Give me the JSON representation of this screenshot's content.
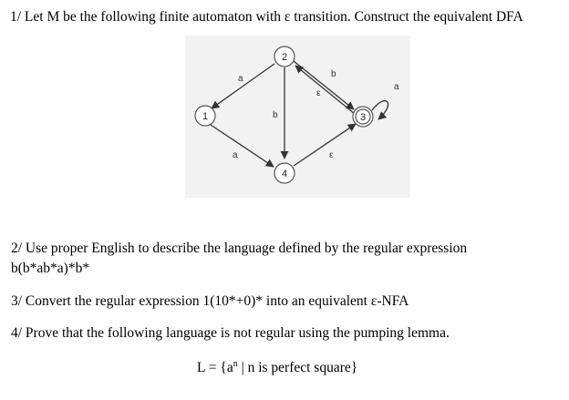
{
  "q1": {
    "text": "1/ Let M be the following finite automaton with ε transition. Construct the equivalent DFA"
  },
  "diagram": {
    "states": [
      {
        "id": "1",
        "label": "1",
        "accepting": false
      },
      {
        "id": "2",
        "label": "2",
        "accepting": false
      },
      {
        "id": "3",
        "label": "3",
        "accepting": true
      },
      {
        "id": "4",
        "label": "4",
        "accepting": false
      }
    ],
    "transitions": [
      {
        "from": "2",
        "to": "1",
        "label": "a"
      },
      {
        "from": "2",
        "to": "4",
        "label": "b"
      },
      {
        "from": "2",
        "to": "3",
        "label": "b"
      },
      {
        "from": "3",
        "to": "2",
        "label": "ε"
      },
      {
        "from": "1",
        "to": "4",
        "label": "a"
      },
      {
        "from": "4",
        "to": "3",
        "label": "ε"
      },
      {
        "from": "3",
        "to": "3",
        "label": "a"
      }
    ]
  },
  "q2": {
    "text": "2/ Use proper English to describe the language defined by the regular expression b(b*ab*a)*b*"
  },
  "q3": {
    "text": "3/ Convert the regular expression 1(10*+0)* into an equivalent ε-NFA"
  },
  "q4": {
    "text": "4/ Prove that the following language is not regular using the pumping lemma."
  },
  "language": {
    "prefix": "L = {a",
    "exponent": "n",
    "suffix": " | n is perfect square}"
  }
}
